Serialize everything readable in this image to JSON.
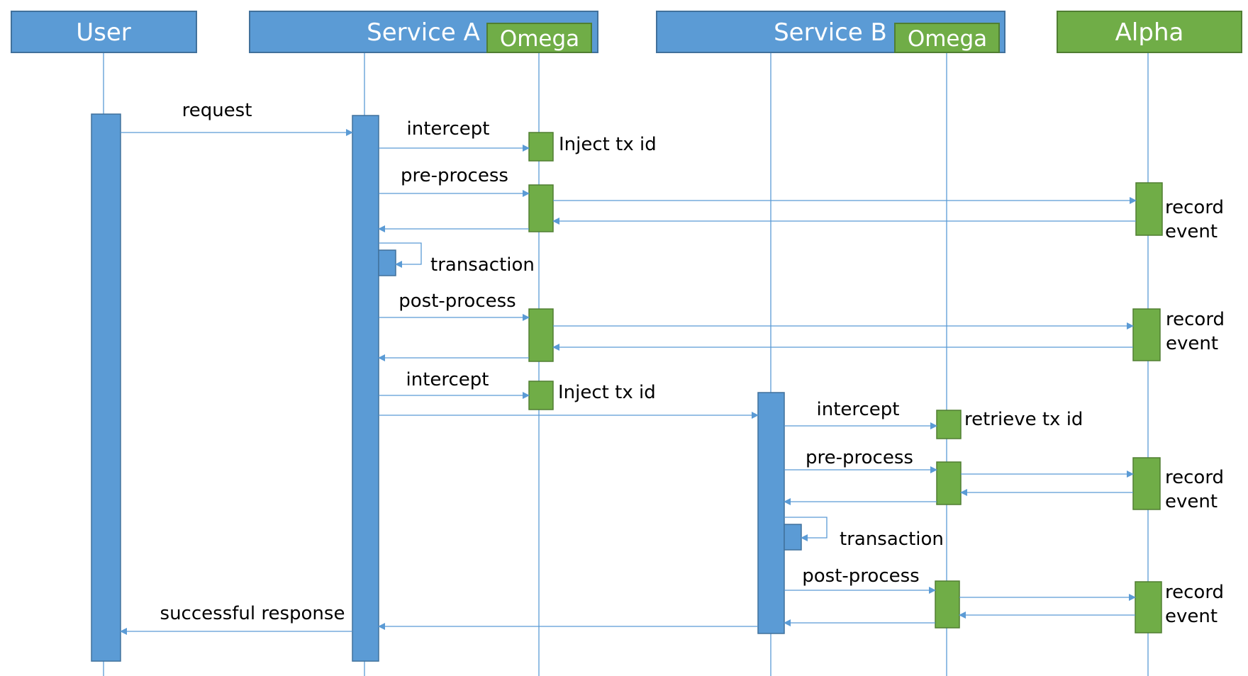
{
  "colors": {
    "blue": "#5b9bd5",
    "blue_border": "#41719c",
    "green": "#70ad47",
    "green_border": "#507e32",
    "arrow": "#5b9bd5"
  },
  "participants": {
    "user": "User",
    "service_a": "Service A",
    "omega_a": "Omega",
    "service_b": "Service B",
    "omega_b": "Omega",
    "alpha": "Alpha"
  },
  "messages": {
    "request": "request",
    "intercept_1": "intercept",
    "inject_1": "Inject tx id",
    "pre_process_a": "pre-process",
    "record_event_1a": "record",
    "record_event_1b": "event",
    "transaction_a": "transaction",
    "post_process_a": "post-process",
    "record_event_2a": "record",
    "record_event_2b": "event",
    "intercept_2": "intercept",
    "inject_2": "Inject tx id",
    "intercept_b": "intercept",
    "retrieve": "retrieve tx id",
    "pre_process_b": "pre-process",
    "record_event_3a": "record",
    "record_event_3b": "event",
    "transaction_b": "transaction",
    "post_process_b": "post-process",
    "record_event_4a": "record",
    "record_event_4b": "event",
    "successful_response": "successful response"
  }
}
